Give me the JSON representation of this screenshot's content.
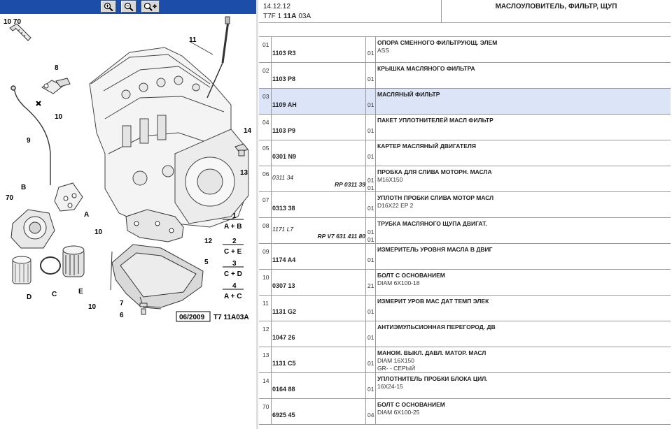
{
  "toolbar": {
    "zoom_in_icon": "zoom-in-icon",
    "zoom_out_icon": "zoom-out-icon",
    "zoom_fit_icon": "zoom-fit-icon"
  },
  "diagram": {
    "labels": {
      "n10_70": "10   70",
      "n11": "11",
      "n8": "8",
      "n10a": "10",
      "n9": "9",
      "n14": "14",
      "n13": "13",
      "nB": "B",
      "n70": "70",
      "nA": "A",
      "n10b": "10",
      "n12": "12",
      "n5": "5",
      "nD": "D",
      "nC": "C",
      "nE": "E",
      "n10c": "10",
      "n7": "7",
      "n6": "6",
      "k1": "1",
      "k1v": "A + B",
      "k2": "2",
      "k2v": "C + E",
      "k3": "3",
      "k3v": "C + D",
      "k4": "4",
      "k4v": "A + C",
      "date_code": "06/2009",
      "fig_code": "T7 11A03A"
    }
  },
  "header": {
    "date": "14.12.12",
    "code_prefix": "T7F 1 ",
    "code_bold": "11A",
    "code_suffix": " 03A",
    "title": "МАСЛОУЛОВИТЕЛЬ, ФИЛЬТР, ЩУП"
  },
  "rows": [
    {
      "no": "01",
      "ref": "1103 R3",
      "ref_italic": false,
      "rp": "",
      "q1": "",
      "q2": "01",
      "d1": "ОПОРА СМЕННОГО ФИЛЬТРУЮЩ. ЭЛЕМ",
      "d2": "ASS",
      "d3": "",
      "selected": false
    },
    {
      "no": "02",
      "ref": "1103 P8",
      "ref_italic": false,
      "rp": "",
      "q1": "",
      "q2": "01",
      "d1": "КРЫШКА МАСЛЯНОГО ФИЛЬТРА",
      "d2": "",
      "d3": "",
      "selected": false
    },
    {
      "no": "03",
      "ref": "1109 AH",
      "ref_italic": false,
      "rp": "",
      "q1": "",
      "q2": "01",
      "d1": "МАСЛЯНЫЙ ФИЛЬТР",
      "d2": "",
      "d3": "",
      "selected": true
    },
    {
      "no": "04",
      "ref": "1103 P9",
      "ref_italic": false,
      "rp": "",
      "q1": "",
      "q2": "01",
      "d1": "ПАКЕТ УПЛОТНИТЕЛЕЙ МАСЛ ФИЛЬТР",
      "d2": "",
      "d3": "",
      "selected": false
    },
    {
      "no": "05",
      "ref": "0301 N9",
      "ref_italic": false,
      "rp": "",
      "q1": "",
      "q2": "01",
      "d1": "КАРТЕР МАСЛЯНЫЙ ДВИГАТЕЛЯ",
      "d2": "",
      "d3": "",
      "selected": false
    },
    {
      "no": "06",
      "ref": "0311 34",
      "ref_italic": true,
      "rp": "RP 0311 39",
      "q1": "01",
      "q2": "01",
      "d1": "ПРОБКА ДЛЯ СЛИВА МОТОРН. МАСЛА",
      "d2": "M16X150",
      "d3": "",
      "selected": false
    },
    {
      "no": "07",
      "ref": "0313 38",
      "ref_italic": false,
      "rp": "",
      "q1": "",
      "q2": "01",
      "d1": "УПЛОТН ПРОБКИ СЛИВА МОТОР МАСЛ",
      "d2": "D16X22 EP 2",
      "d3": "",
      "selected": false
    },
    {
      "no": "08",
      "ref": "1171 L7",
      "ref_italic": true,
      "rp": "RP V7 631 411 80",
      "q1": "01",
      "q2": "01",
      "d1": "ТРУБКА МАСЛЯНОГО ЩУПА ДВИГАТ.",
      "d2": "",
      "d3": "",
      "selected": false
    },
    {
      "no": "09",
      "ref": "1174 A4",
      "ref_italic": false,
      "rp": "",
      "q1": "",
      "q2": "01",
      "d1": "ИЗМЕРИТЕЛЬ УРОВНЯ МАСЛА В ДВИГ",
      "d2": "",
      "d3": "",
      "selected": false
    },
    {
      "no": "10",
      "ref": "0307 13",
      "ref_italic": false,
      "rp": "",
      "q1": "",
      "q2": "21",
      "d1": "БОЛТ С ОСНОВАНИЕМ",
      "d2": "DIAM 6X100-18",
      "d3": "",
      "selected": false
    },
    {
      "no": "11",
      "ref": "1131 G2",
      "ref_italic": false,
      "rp": "",
      "q1": "",
      "q2": "01",
      "d1": "ИЗМЕРИТ УРОВ МАС ДАТ ТЕМП ЭЛЕК",
      "d2": "",
      "d3": "",
      "selected": false
    },
    {
      "no": "12",
      "ref": "1047 26",
      "ref_italic": false,
      "rp": "",
      "q1": "",
      "q2": "01",
      "d1": "АНТИЭМУЛЬСИОННАЯ ПЕРЕГОРОД. ДВ",
      "d2": "",
      "d3": "",
      "selected": false
    },
    {
      "no": "13",
      "ref": "1131 C5",
      "ref_italic": false,
      "rp": "",
      "q1": "",
      "q2": "01",
      "d1": "МАНОМ. ВЫКЛ. ДАВЛ. МАТОР. МАСЛ",
      "d2": "DIAM 16X150",
      "d3": "GR- - СЕРЫЙ",
      "selected": false
    },
    {
      "no": "14",
      "ref": "0164 88",
      "ref_italic": false,
      "rp": "",
      "q1": "",
      "q2": "01",
      "d1": "УПЛОТНИТЕЛЬ ПРОБКИ БЛОКА ЦИЛ.",
      "d2": "16X24-15",
      "d3": "",
      "selected": false
    },
    {
      "no": "70",
      "ref": "6925 45",
      "ref_italic": false,
      "rp": "",
      "q1": "",
      "q2": "04",
      "d1": "БОЛТ С ОСНОВАНИЕМ",
      "d2": "DIAM 6X100-25",
      "d3": "",
      "selected": false
    }
  ]
}
